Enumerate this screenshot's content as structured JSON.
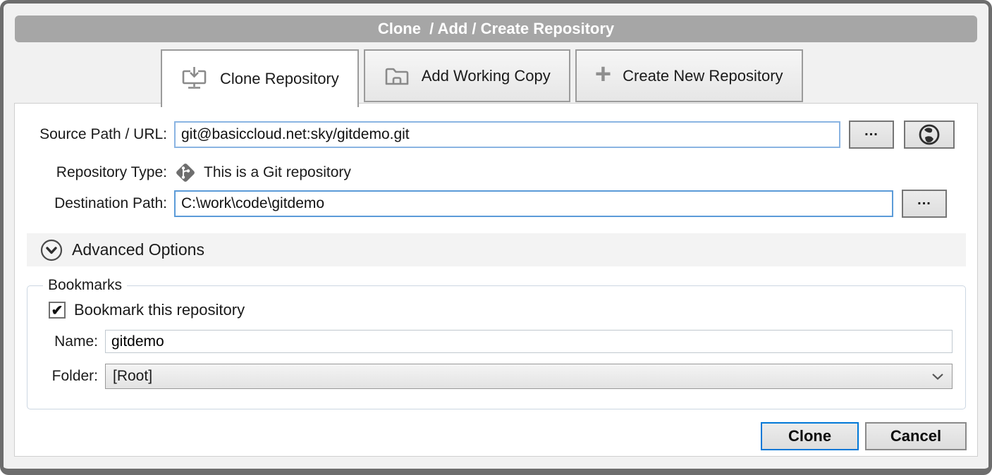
{
  "window": {
    "title": "Clone  / Add / Create Repository"
  },
  "tabs": [
    {
      "label": "Clone Repository",
      "icon": "monitor-download-icon",
      "active": true
    },
    {
      "label": "Add Working Copy",
      "icon": "folder-home-icon",
      "active": false
    },
    {
      "label": "Create New Repository",
      "icon": "plus-icon",
      "active": false
    }
  ],
  "form": {
    "source_label": "Source Path / URL:",
    "source_value": "git@basiccloud.net:sky/gitdemo.git",
    "browse_label": "...",
    "repo_type_label": "Repository Type:",
    "repo_type_status": "This is a Git repository",
    "destination_label": "Destination Path:",
    "destination_value": "C:\\work\\code\\gitdemo",
    "advanced_label": "Advanced Options",
    "bookmarks": {
      "legend": "Bookmarks",
      "bookmark_checkbox_label": "Bookmark this repository",
      "bookmark_checked": true,
      "name_label": "Name:",
      "name_value": "gitdemo",
      "folder_label": "Folder:",
      "folder_value": "[Root]"
    },
    "buttons": {
      "clone": "Clone",
      "cancel": "Cancel"
    }
  },
  "icons": {
    "check_glyph": "✔",
    "plus_glyph": "+"
  },
  "colors": {
    "accent_blue": "#0078d7",
    "focused_input_border": "#5b9bd8",
    "source_input_border": "#8ab4e2",
    "title_bar": "#a6a6a6",
    "window_border": "#6d6d6d"
  }
}
